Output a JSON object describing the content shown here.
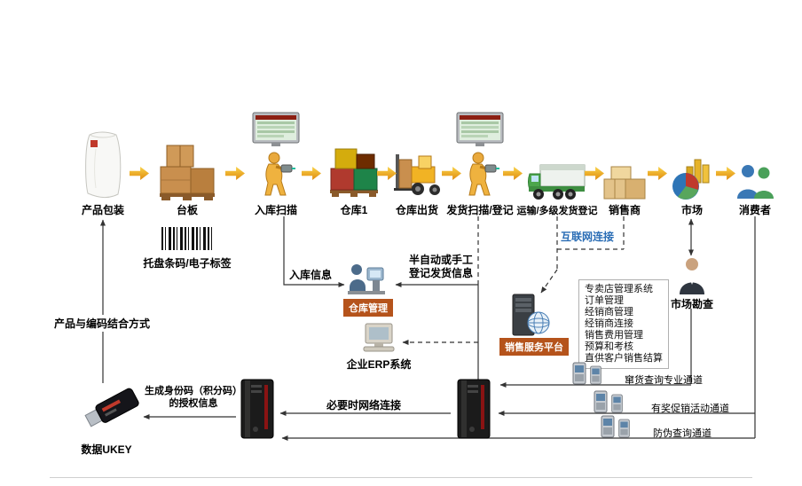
{
  "nodes": [
    {
      "label": "产品包装"
    },
    {
      "label": "台板"
    },
    {
      "label": "入库扫描"
    },
    {
      "label": "仓库1"
    },
    {
      "label": "仓库出货"
    },
    {
      "label": "发货扫描/登记"
    },
    {
      "label": "运输/多级发货登记"
    },
    {
      "label": "销售商"
    },
    {
      "label": "市场"
    },
    {
      "label": "消费者"
    }
  ],
  "labels": {
    "pallet_barcode": "托盘条码/电子标签",
    "product_code_method": "产品与编码结合方式",
    "inbound_info": "入库信息",
    "warehouse_mgmt": "仓库管理",
    "semi_auto_line1": "半自动或手工",
    "semi_auto_line2": "登记发货信息",
    "internet": "互联网连接",
    "erp": "企业ERP系统",
    "sales_platform": "销售服务平台",
    "market_survey": "市场勘查",
    "ukey_auth_line1": "生成身份码（积分码）",
    "ukey_auth_line2": "的授权信息",
    "data_ukey": "数据UKEY",
    "network_needed": "必要时网络连接",
    "channel_diversion": "窜货查询专业通道",
    "channel_promo": "有奖促销活动通道",
    "channel_anticounterfeit": "防伪查询通道"
  },
  "platform_features": [
    "专卖店管理系统",
    "订单管理",
    "经销商管理",
    "经销商连接",
    "销售费用管理",
    "预算和考核",
    "直供客户销售结算"
  ],
  "colors": {
    "orange_tag": "#b5531b",
    "flow_arrow": "#e8a21d",
    "internet_text": "#2a6db5",
    "line": "#333333"
  }
}
